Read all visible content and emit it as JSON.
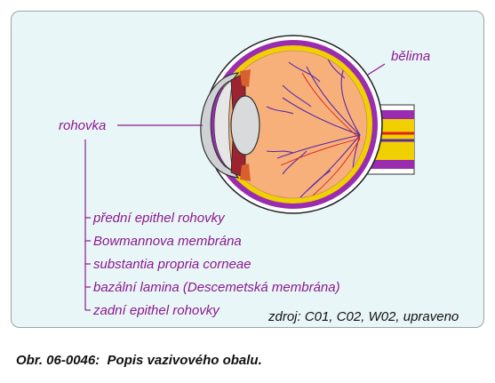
{
  "labels": {
    "sclera": "bělima",
    "cornea": "rohovka"
  },
  "cornea_layers": [
    "přední epithel rohovky",
    "Bowmannova membrána",
    "substantia propria corneae",
    "bazální lamina (Descemetská membrána)",
    "zadní epithel rohovky"
  ],
  "source": "zdroj: C01, C02, W02, upraveno",
  "caption": "Obr. 06-0046:  Popis vazivového obalu.",
  "colors": {
    "background": "#e9f6f8",
    "label": "#8a1a8c",
    "vitreous": "#f7b07a",
    "sclera": "#ffffff",
    "choroid": "#9a2cb0",
    "retina": "#f0d000",
    "vessels": "#5a2aa8"
  }
}
